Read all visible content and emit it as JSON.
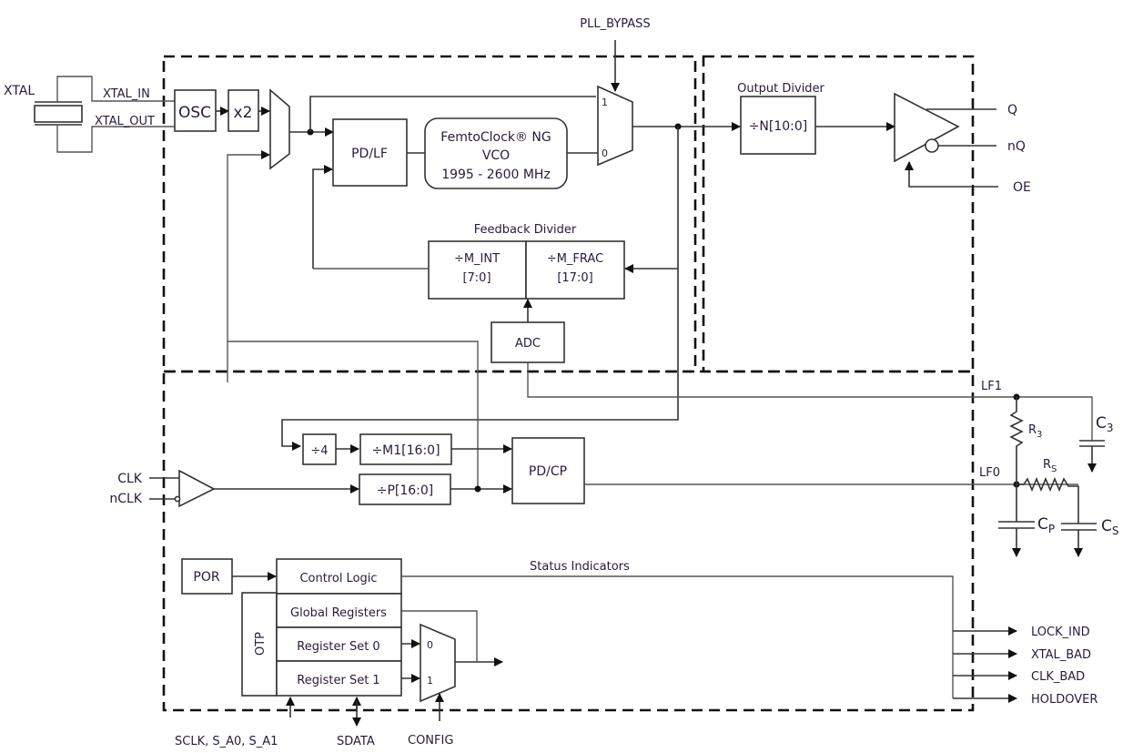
{
  "diagram": {
    "inputs": {
      "xtal": "XTAL",
      "xtal_in": "XTAL_IN",
      "xtal_out": "XTAL_OUT",
      "pll_bypass": "PLL_BYPASS",
      "clk": "CLK",
      "nclk": "nCLK",
      "oe": "OE",
      "serial_pins": "SCLK, S_A0, S_A1",
      "sdata": "SDATA",
      "config": "CONFIG"
    },
    "blocks": {
      "osc": "OSC",
      "x2": "x2",
      "pdlf": "PD/LF",
      "vco_line1": "FemtoClock® NG",
      "vco_line2": "VCO",
      "vco_line3": "1995 - 2600  MHz",
      "feedback_title": "Feedback Divider",
      "m_int_line1": "÷M_INT",
      "m_int_line2": "[7:0]",
      "m_frac_line1": "÷M_FRAC",
      "m_frac_line2": "[17:0]",
      "adc": "ADC",
      "output_divider_title": "Output Divider",
      "n_div": "÷N[10:0]",
      "div4": "÷4",
      "m1_div": "÷M1[16:0]",
      "p_div": "÷P[16:0]",
      "pdcp": "PD/CP",
      "por": "POR",
      "control_logic": "Control Logic",
      "global_registers": "Global Registers",
      "register_set_0": "Register Set 0",
      "register_set_1": "Register Set 1",
      "otp": "OTP"
    },
    "mux_labels": {
      "bypass_in1": "1",
      "bypass_in0": "0",
      "config_in0": "0",
      "config_in1": "1"
    },
    "outputs": {
      "q": "Q",
      "nq": "nQ",
      "status_title": "Status Indicators",
      "lock_ind": "LOCK_IND",
      "xtal_bad": "XTAL_BAD",
      "clk_bad": "CLK_BAD",
      "holdover": "HOLDOVER"
    },
    "loop_filter": {
      "lf1": "LF1",
      "lf0": "LF0",
      "r3": "R",
      "r3_sub": "3",
      "rs": "R",
      "rs_sub": "S",
      "c3": "C",
      "c3_sub": "3",
      "cp": "C",
      "cp_sub": "P",
      "cs": "C",
      "cs_sub": "S"
    }
  }
}
